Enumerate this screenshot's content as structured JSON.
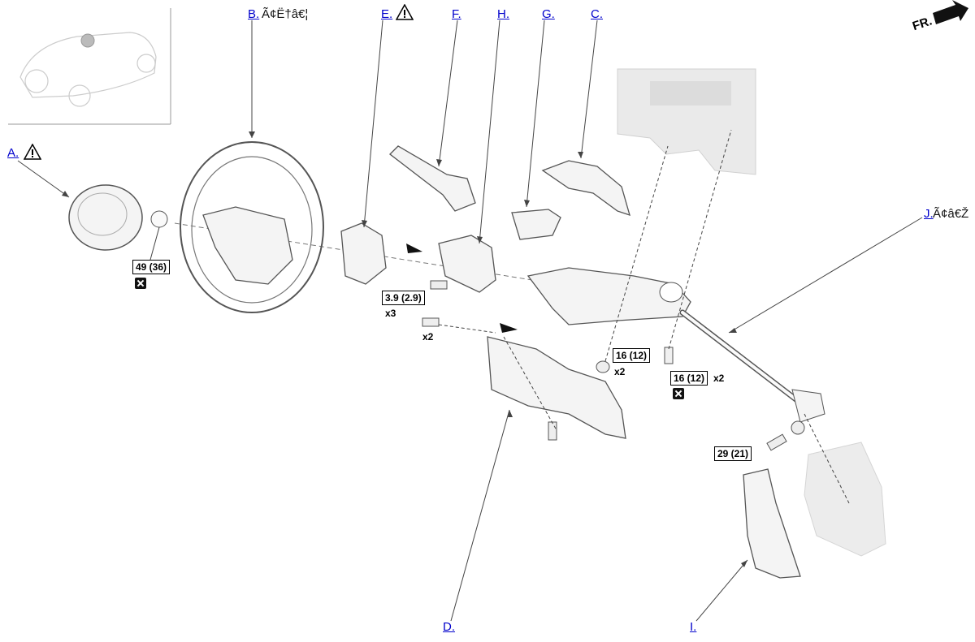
{
  "labels": {
    "a": "A.",
    "b": "B.",
    "b_suffix": "Ã¢Ë†â€¦",
    "c": "C.",
    "d": "D.",
    "e": "E.",
    "f": "F.",
    "g": "G.",
    "h": "H.",
    "i": "I.",
    "j": "J.",
    "j_suffix": "Ã¢â€Ž"
  },
  "torque_specs": {
    "airbag_bolt": "49 (36)",
    "clockspring_screw": "3.9 (2.9)",
    "column_nut": "16 (12)",
    "column_bolt": "16 (12)",
    "joint_bolt": "29 (21)"
  },
  "quantities": {
    "clockspring_screw": "x3",
    "cover_screw": "x2",
    "column_nut": "x2",
    "column_bolt": "x2"
  },
  "direction_indicator": "FR.",
  "colors": {
    "link": "#0000cc",
    "line": "#333333",
    "part_fill": "#f4f4f4",
    "part_stroke": "#555555",
    "ghost": "#dddddd"
  }
}
